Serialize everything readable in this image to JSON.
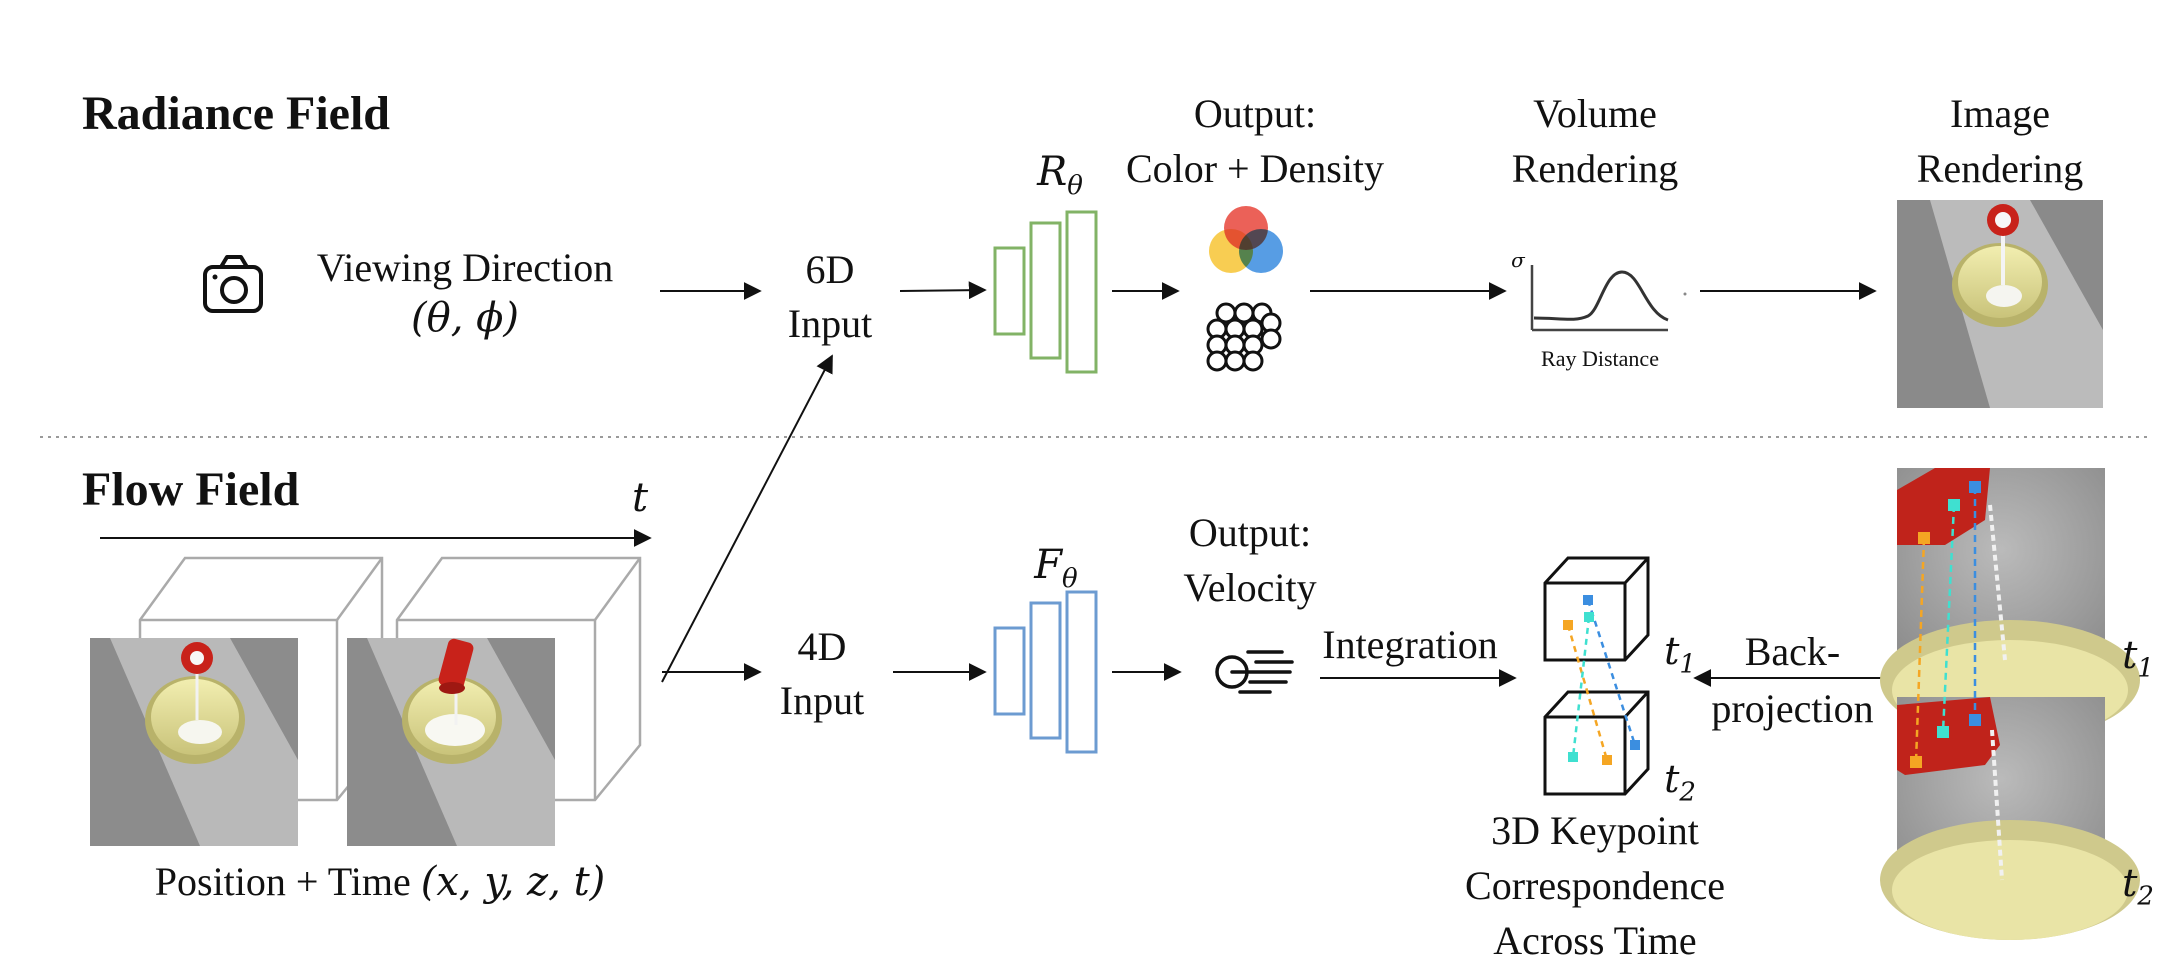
{
  "sections": {
    "radiance_title": "Radiance Field",
    "flow_title": "Flow Field"
  },
  "radiance": {
    "viewing_direction_line1": "Viewing Direction",
    "viewing_direction_line2": "(θ, ϕ)",
    "input_6d_line1": "6D",
    "input_6d_line2": "Input",
    "network_symbol": "R",
    "network_subscript": "θ",
    "output_line1": "Output:",
    "output_line2": "Color + Density",
    "volume_line1": "Volume",
    "volume_line2": "Rendering",
    "plot_y_symbol": "σ",
    "plot_x_label": "Ray Distance",
    "image_line1": "Image",
    "image_line2": "Rendering"
  },
  "flow": {
    "time_axis_label": "t",
    "position_time_label": "Position + Time ",
    "position_time_math": "(x, y, z, t)",
    "input_4d_line1": "4D",
    "input_4d_line2": "Input",
    "network_symbol": "F",
    "network_subscript": "θ",
    "output_line1": "Output:",
    "output_line2": "Velocity",
    "integration_label": "Integration",
    "t1_symbol": "t",
    "t1_sub": "1",
    "t2_symbol": "t",
    "t2_sub": "2",
    "keypoint_line1": "3D Keypoint",
    "keypoint_line2": "Correspondence",
    "keypoint_line3": "Across Time",
    "backprojection_line1": "Back-",
    "backprojection_line2": "projection",
    "frame_t1_symbol": "t",
    "frame_t1_sub": "1",
    "frame_t2_symbol": "t",
    "frame_t2_sub": "2"
  },
  "colors": {
    "radiance_network": "#82b366",
    "flow_network": "#6c9bd1",
    "keypoint_orange": "#f5a623",
    "keypoint_cyan": "#3fe0d0",
    "keypoint_blue": "#3b8ee0",
    "cup_red": "#c8221a",
    "bowl_yellow": "#e8e39a",
    "scene_gray": "#9a9a9a"
  }
}
